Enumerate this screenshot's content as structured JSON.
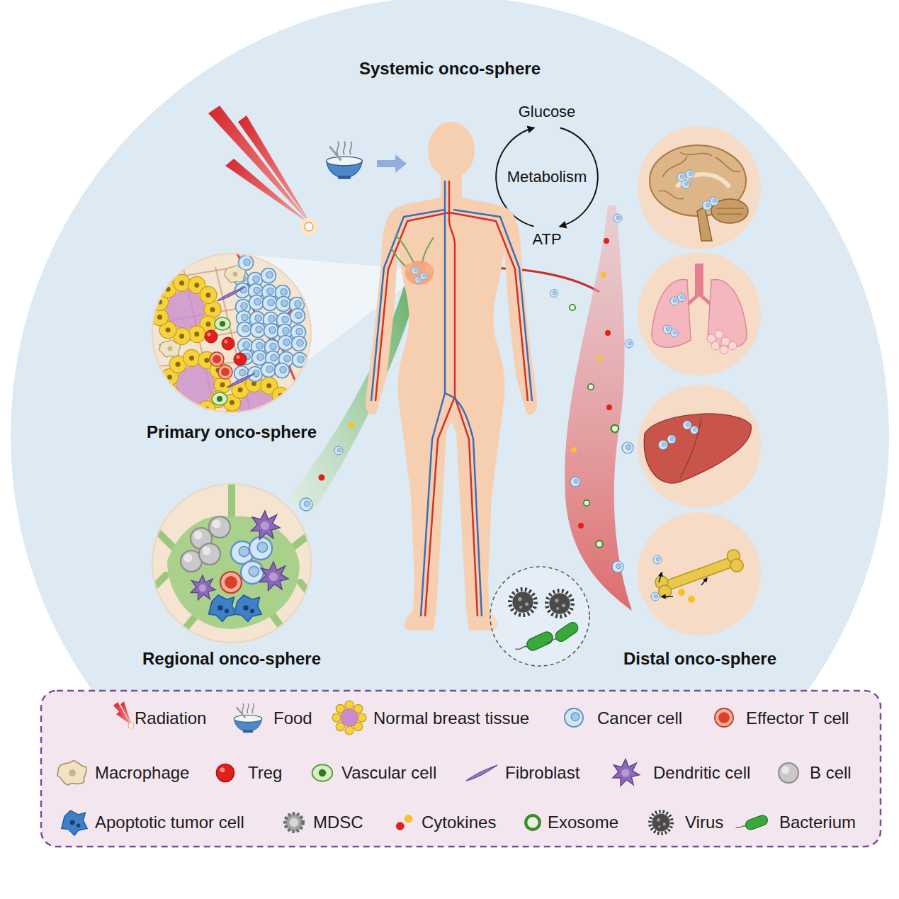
{
  "diagram": {
    "nodes": [
      {
        "text": [
          "Systemic onco-sphere"
        ]
      },
      {
        "text": [
          "Primary onco-sphere"
        ],
        "in": 0
      },
      {
        "text": [
          "Regional onco-sphere"
        ],
        "in": 0
      }
    ],
    "labels": [
      "Glucose",
      "Metabolism",
      "ATP",
      "Distal onco-sphere"
    ],
    "legend": [
      {
        "text": "Radiation"
      },
      {
        "text": "Food"
      },
      {
        "text": "Normal breast tissue"
      },
      {
        "text": "Cancer cell"
      },
      {
        "text": "Effector T cell"
      },
      {
        "text": "Macrophage"
      },
      {
        "text": "Treg"
      },
      {
        "text": "Vascular cell"
      },
      {
        "text": "Fibroblast"
      },
      {
        "text": "Dendritic cell"
      },
      {
        "text": "B cell"
      },
      {
        "text": "Apoptotic tumor cell"
      },
      {
        "text": "MDSC"
      },
      {
        "text": "Cytokines"
      },
      {
        "text": "Exosome"
      },
      {
        "text": "Virus"
      },
      {
        "text": "Bacterium"
      }
    ]
  }
}
